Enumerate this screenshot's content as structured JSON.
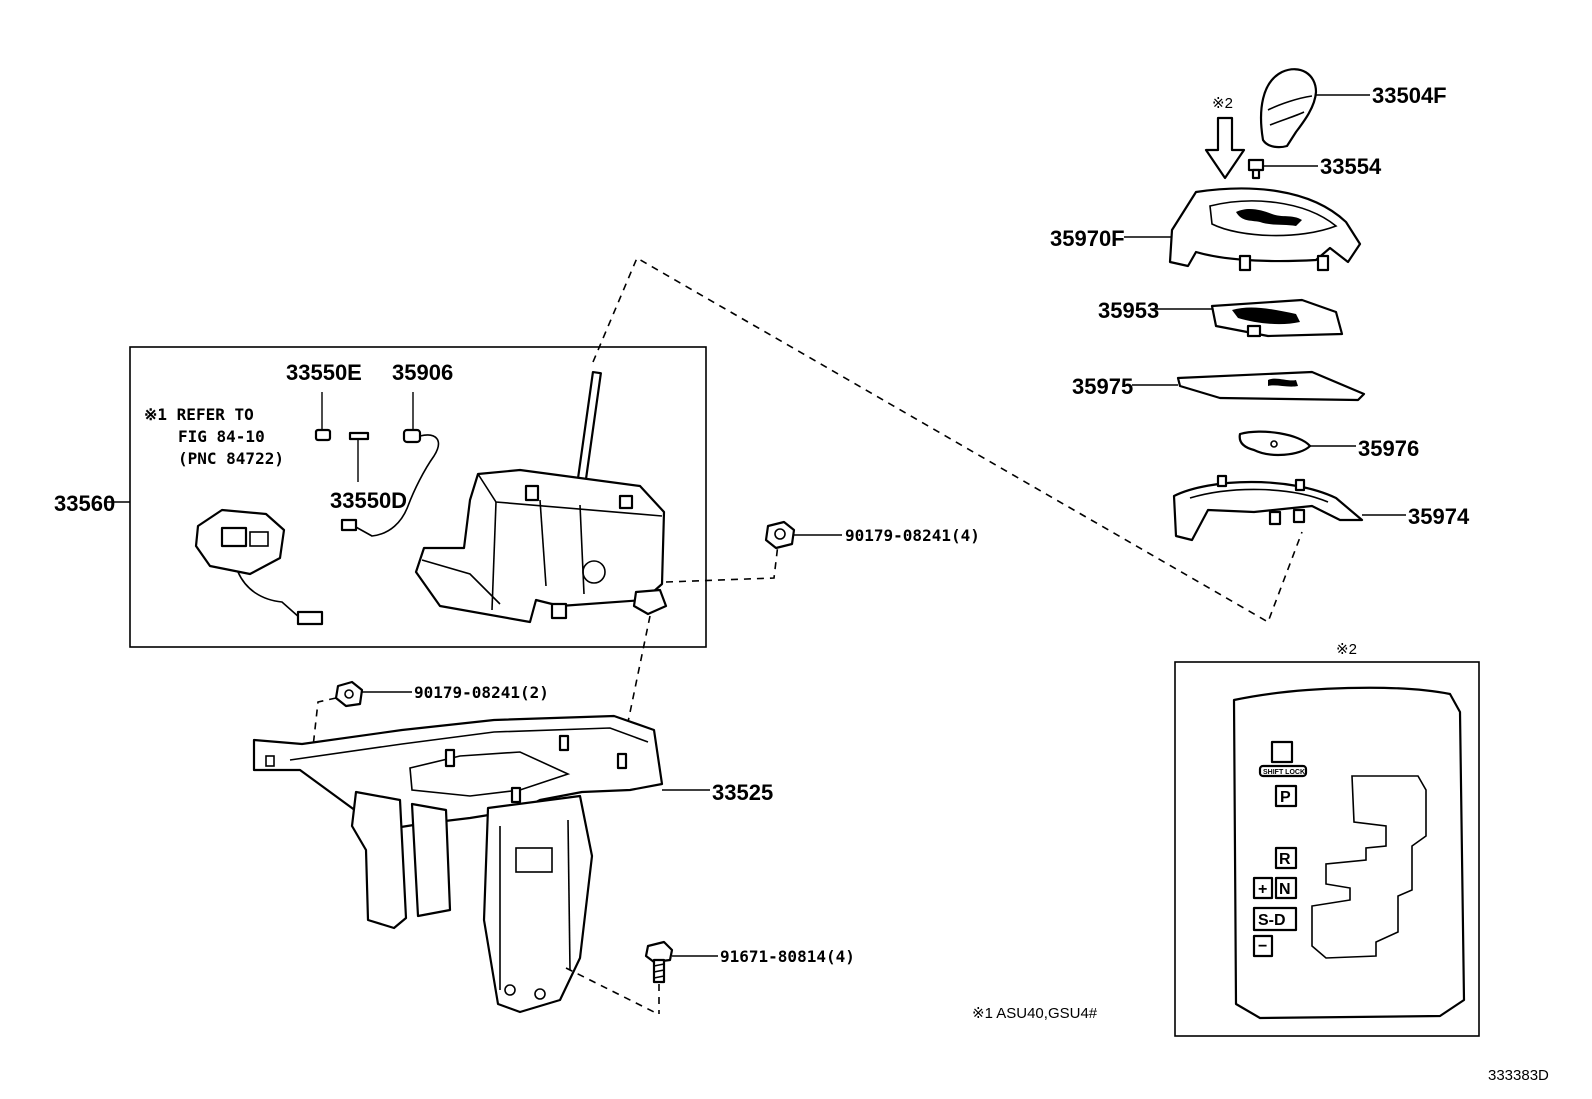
{
  "diagram": {
    "ref_code": "333383D",
    "parts": {
      "p33504F": "33504F",
      "p33554": "33554",
      "p35970F": "35970F",
      "p35953": "35953",
      "p35975": "35975",
      "p35976": "35976",
      "p35974": "35974",
      "p33560": "33560",
      "p33550E": "33550E",
      "p35906": "35906",
      "p33550D": "33550D",
      "p90179_4": "90179-08241(4)",
      "p90179_2": "90179-08241(2)",
      "p33525": "33525",
      "p91671": "91671-80814(4)"
    },
    "notes": {
      "mark2_arrow": "※2",
      "mark2_inset": "※2",
      "refer_line1": "※1 REFER TO",
      "refer_line2": "FIG 84-10",
      "refer_line3": "(PNC 84722)",
      "footnote1": "※1 ASU40,GSU4#"
    },
    "gate": {
      "shift_lock": "SHIFT LOCK",
      "p": "P",
      "r": "R",
      "n": "N",
      "plus": "+",
      "sd": "S-D",
      "minus": "−"
    }
  }
}
